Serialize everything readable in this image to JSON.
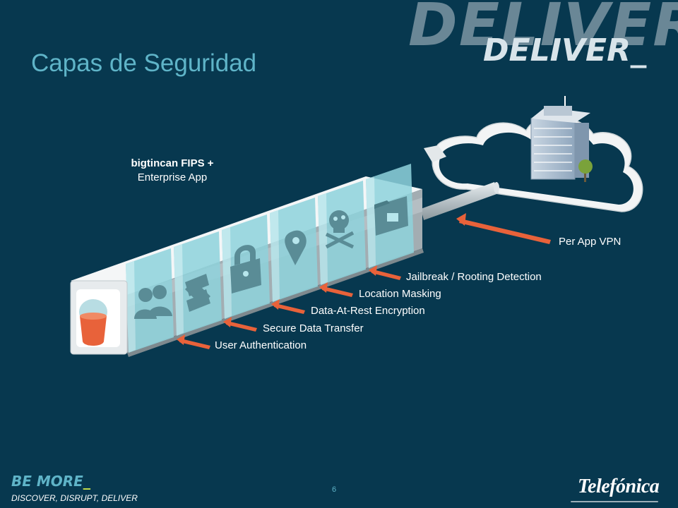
{
  "slide": {
    "title": "Capas de Seguridad",
    "watermark_big": "DELIVER",
    "watermark_small": "DELIVER_",
    "product_title_line1": "bigtincan FIPS +",
    "product_title_line2": "Enterprise App",
    "layers": [
      {
        "label": "Per App VPN"
      },
      {
        "label": "Jailbreak / Rooting Detection"
      },
      {
        "label": "Location Masking"
      },
      {
        "label": "Data-At-Rest Encryption"
      },
      {
        "label": "Secure Data Transfer"
      },
      {
        "label": "User Authentication"
      }
    ],
    "footer": {
      "be_more": "BE MORE",
      "be_more_underscore": "_",
      "tagline": "DISCOVER, DISRUPT, DELIVER",
      "page_number": "6",
      "brand": "Telefónica"
    }
  },
  "colors": {
    "background": "#07384f",
    "title": "#5fb4c8",
    "arrow": "#e8623a",
    "panel": "#8fd3dc",
    "accent_green": "#c8e04a"
  },
  "icons": [
    "users-icon",
    "refresh-arrows-icon",
    "padlock-icon",
    "location-pin-icon",
    "skull-crossbones-icon",
    "folder-lock-icon",
    "app-cup-icon",
    "office-building-icon",
    "tree-icon"
  ]
}
